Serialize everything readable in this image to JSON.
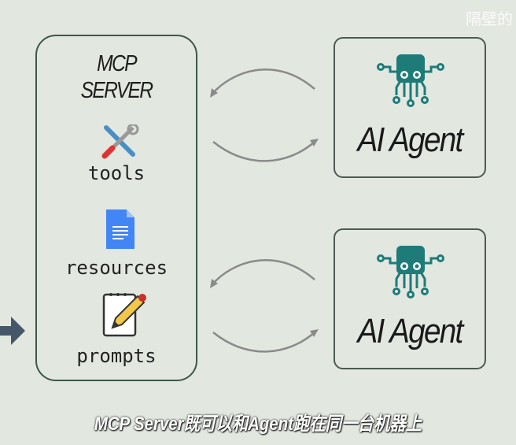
{
  "watermark": "隔壁的",
  "server": {
    "title_line1": "MCP",
    "title_line2": "SERVER",
    "items": [
      {
        "label": "tools",
        "icon": "tools-icon"
      },
      {
        "label": "resources",
        "icon": "document-icon"
      },
      {
        "label": "prompts",
        "icon": "notepad-pencil-icon"
      }
    ]
  },
  "agents": [
    {
      "label": "AI Agent"
    },
    {
      "label": "AI Agent"
    }
  ],
  "subtitle": "MCP Server既可以和Agent跑在同一台机器上",
  "colors": {
    "background": "#e2e7e0",
    "border": "#3e5647",
    "agent_icon": "#1e7b78",
    "arrow": "#8a8a8a"
  }
}
